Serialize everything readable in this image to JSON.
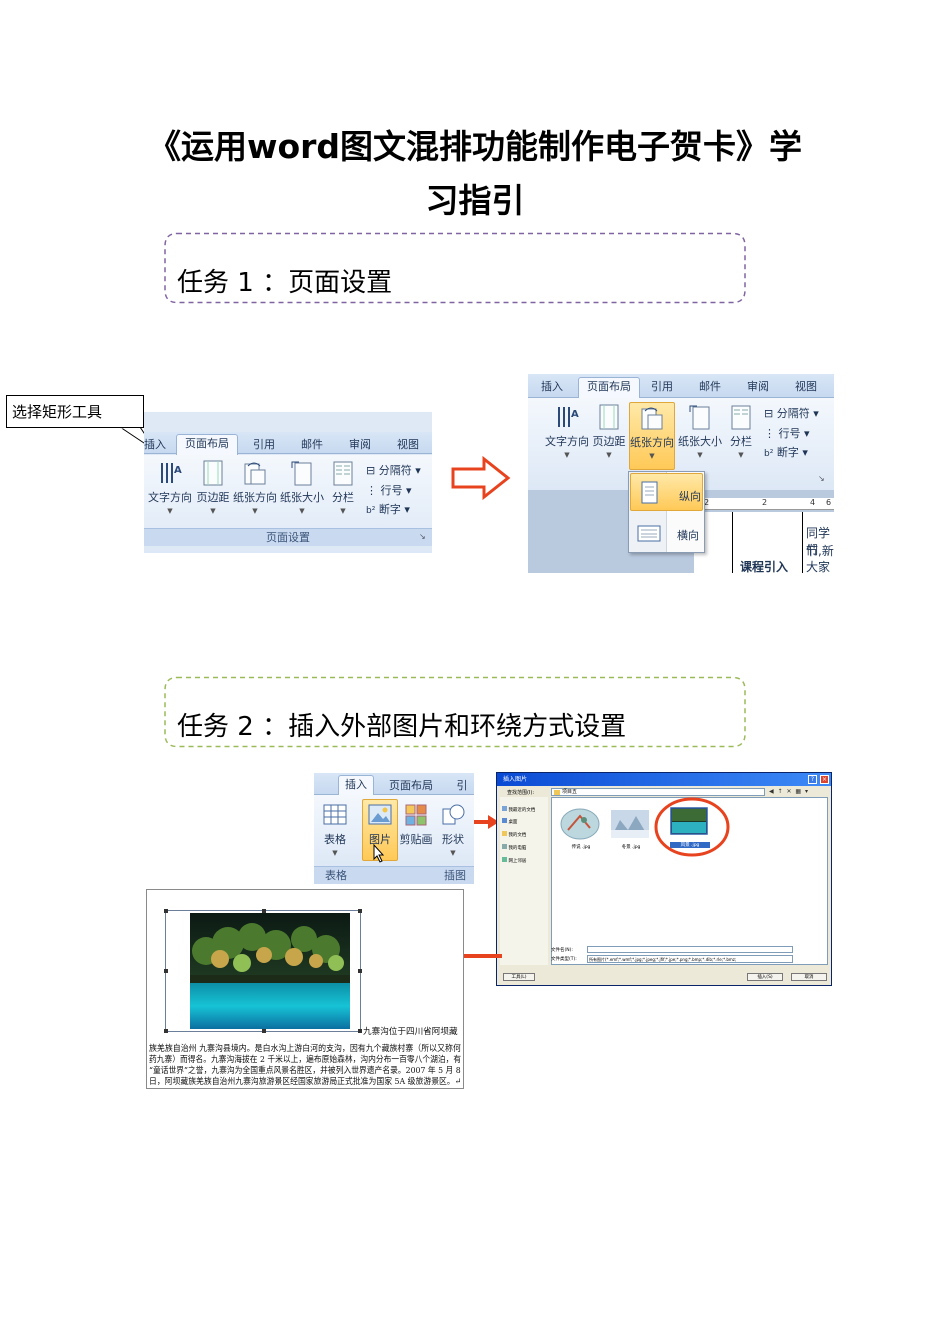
{
  "title": {
    "line1": "《运用word图文混排功能制作电子贺卡》学",
    "line2": "习指引"
  },
  "task1": {
    "label": "任务 1 ：页面设置",
    "callout": "选择矩形工具",
    "ribbon_left": {
      "tabs": [
        "插入",
        "页面布局",
        "引用",
        "邮件",
        "审阅",
        "视图"
      ],
      "tools": [
        "文字方向",
        "页边距",
        "纸张方向",
        "纸张大小",
        "分栏"
      ],
      "small_tools": [
        "分隔符",
        "行号",
        "断字"
      ],
      "group_label": "页面设置"
    },
    "ribbon_right": {
      "tabs": [
        "插入",
        "页面布局",
        "引用",
        "邮件",
        "审阅",
        "视图"
      ],
      "tools": [
        "文字方向",
        "页边距",
        "纸张方向",
        "纸张大小",
        "分栏"
      ],
      "small_tools": [
        "分隔符",
        "行号",
        "断字"
      ],
      "menu_items": [
        "纵向",
        "横向"
      ],
      "ruler": [
        "2",
        "2",
        "4",
        "6"
      ],
      "doc_fragments": [
        "同学们",
        "节,新",
        "大家的",
        "课程引入"
      ]
    }
  },
  "task2": {
    "label": "任务 2 ：插入外部图片和环绕方式设置",
    "ribbon": {
      "tabs": [
        "插入",
        "页面布局",
        "引"
      ],
      "tools": [
        "表格",
        "图片",
        "剪贴画",
        "形状"
      ],
      "group_labels": [
        "表格",
        "插图"
      ]
    },
    "dialog": {
      "title": "插入图片",
      "lookin_label": "查找范围(I):",
      "lookin_value": "项目五",
      "places": [
        "我最近的文档",
        "桌面",
        "我的文档",
        "我的电脑",
        "网上邻居"
      ],
      "files": [
        "传说 .jpg",
        "冬景 .jpg",
        "风景 .jpg"
      ],
      "filename_label": "文件名(N):",
      "filetype_label": "文件类型(T):",
      "filetype_value": "所有图片(*.emf;*.wmf;*.jpg;*.jpeg;*.jfif;*.jpe;*.png;*.bmp;*.dib;*.rle;*.bmz;",
      "tools_button": "工具(L)",
      "insert_button": "插入(S)",
      "cancel_button": "取消"
    },
    "doc_text": [
      "九寨沟位于四川省阿坝藏",
      "族羌族自治州 九寨沟县境内。是白水沟上游白河的支沟，因有九个藏族村寨（所以又称何",
      "药九寨）而得名。九寨沟海拔在 2 千米以上，遍布原始森林，沟内分布一百零八个湖泊，有",
      "“童话世界”之誉，九寨沟为全国重点风景名胜区，并被列入世界遗产名录。2007 年 5 月 8",
      "日，阿坝藏族羌族自治州九寨沟旅游景区经国家旅游局正式批准为国家 5A 级旅游景区。↵"
    ]
  },
  "colors": {
    "task1_border": "#8064a2",
    "task2_border": "#9bbb59",
    "arrow_outline": "#e8431f",
    "arrow_fill": "#e8431f",
    "highlight_circle": "#e8431f"
  }
}
